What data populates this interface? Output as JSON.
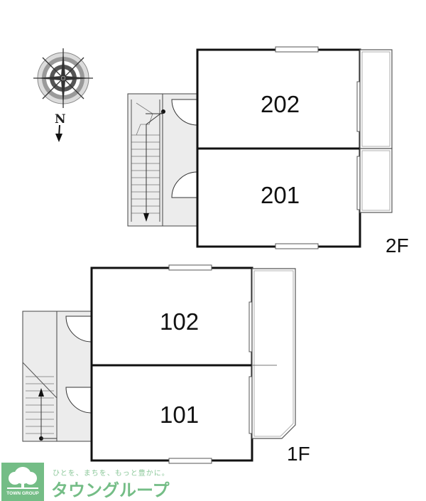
{
  "compass": {
    "north_label": "N"
  },
  "floors": [
    {
      "label": "2F",
      "rooms": [
        "202",
        "201"
      ]
    },
    {
      "label": "1F",
      "rooms": [
        "102",
        "101"
      ]
    }
  ],
  "logo": {
    "tagline": "ひとを、まちを、もっと豊かに。",
    "name": "タウングループ",
    "mark_text": "TOWN GROUP"
  },
  "colors": {
    "wall": "#111111",
    "stair_fill": "#ececec",
    "logo_green": "#74bd86"
  }
}
